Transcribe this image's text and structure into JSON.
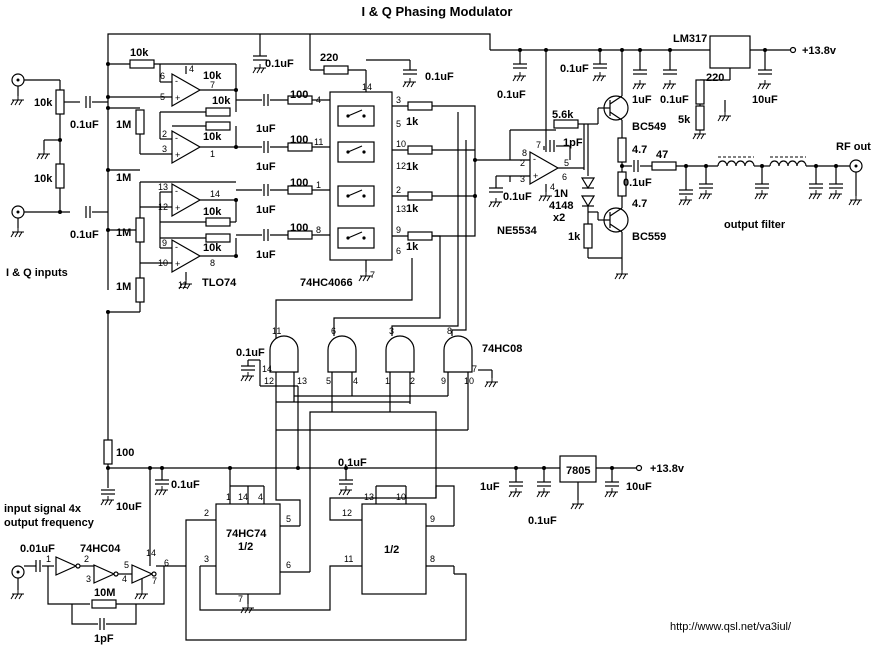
{
  "title": "I & Q Phasing Modulator",
  "supply": {
    "top": "+13.8v",
    "bottom": "+13.8v"
  },
  "inputs": {
    "label": "I & Q inputs",
    "pot": "10k",
    "divider": "10k",
    "cap1": "0.1uF",
    "cap2": "0.1uF"
  },
  "opamp": {
    "part": "TLO74",
    "feedback_top": "10k",
    "stage_resistors": [
      "10k",
      "10k",
      "10k",
      "10k",
      "10k"
    ],
    "bias_resistors": [
      "1M",
      "1M",
      "1M",
      "1M"
    ],
    "pins": [
      "6",
      "5",
      "7",
      "4",
      "2",
      "3",
      "1",
      "13",
      "12",
      "14",
      "9",
      "10",
      "8",
      "11"
    ],
    "bias_series": "100",
    "bias_cap": "10uF"
  },
  "switch": {
    "part": "74HC4066",
    "coupling_caps": [
      "1uF",
      "1uF",
      "1uF",
      "1uF"
    ],
    "series_resistors": [
      "100",
      "100",
      "100",
      "100"
    ],
    "output_resistors": [
      "1k",
      "1k",
      "1k",
      "1k"
    ],
    "pins": [
      "14",
      "4",
      "11",
      "1",
      "8",
      "3",
      "5",
      "10",
      "12",
      "2",
      "13",
      "9",
      "6",
      "7"
    ],
    "top_resistor": "220",
    "caps": [
      "0.1uF",
      "0.1uF"
    ]
  },
  "and_gate": {
    "part": "74HC08",
    "cap": "0.1uF",
    "pins": [
      "11",
      "6",
      "3",
      "8",
      "12",
      "13",
      "5",
      "4",
      "1",
      "2",
      "9",
      "10",
      "14",
      "7"
    ]
  },
  "divider": {
    "ff1_name": "74HC74",
    "ff1_sub": "1/2",
    "ff2_name": "1/2",
    "pins_ff1": [
      "1",
      "14",
      "4",
      "2",
      "5",
      "3",
      "6",
      "7"
    ],
    "pins_ff2": [
      "13",
      "10",
      "12",
      "9",
      "11",
      "8"
    ],
    "cap": "0.1uF"
  },
  "oscillator": {
    "label_line1": "input signal 4x",
    "label_line2": "output frequency",
    "cap_in": "0.01uF",
    "part": "74HC04",
    "feedback_resistor": "10M",
    "feedback_cap": "1pF",
    "decoupling_cap": "0.1uF",
    "pins": [
      "1",
      "2",
      "3",
      "4",
      "5",
      "14",
      "6",
      "7"
    ]
  },
  "amplifier": {
    "part": "NE5534",
    "feedback_resistor": "5.6k",
    "feedback_cap": "1pF",
    "caps": [
      "0.1uF",
      "0.1uF",
      "0.1uF"
    ],
    "pins": [
      "8",
      "7",
      "2",
      "3",
      "5",
      "6",
      "4"
    ],
    "npn": "BC549",
    "pnp": "BC559",
    "emitter_resistors": [
      "4.7",
      "4.7"
    ],
    "diodes_line1": "1N",
    "diodes_line2": "4148",
    "diodes_line3": "x2",
    "bias_resistor": "1k",
    "output_resistor": "47",
    "output_cap": "0.1uF"
  },
  "regulator_top": {
    "part": "LM317",
    "r1": "220",
    "r2": "5k",
    "caps": [
      "1uF",
      "0.1uF",
      "10uF"
    ]
  },
  "regulator_bottom": {
    "part": "7805",
    "caps": [
      "1uF",
      "0.1uF",
      "10uF"
    ]
  },
  "filter": {
    "label": "output filter"
  },
  "rf_out": "RF out",
  "url": "http://www.qsl.net/va3iul/"
}
